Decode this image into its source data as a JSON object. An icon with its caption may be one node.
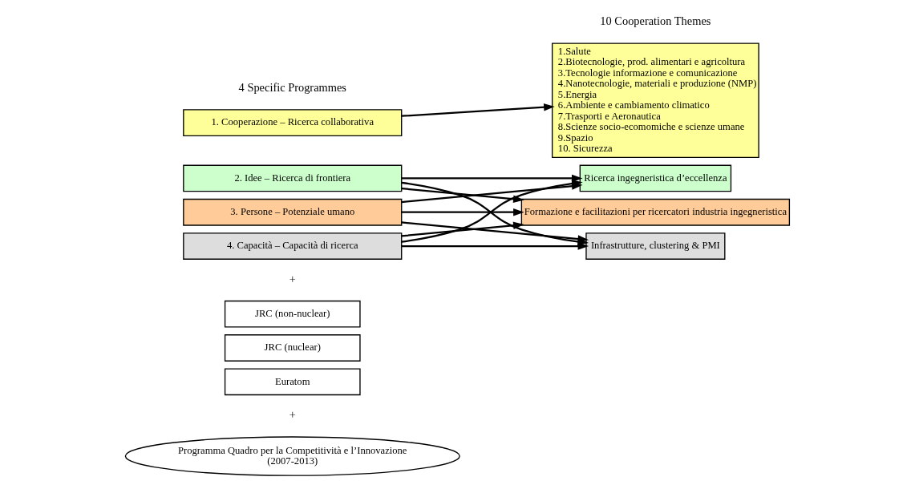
{
  "diagram": {
    "nodes": [
      {
        "text": [
          "1. Cooperazione – Ricerca collaborativa"
        ]
      },
      {
        "text": [
          "2. Idee – Ricerca di frontiera"
        ]
      },
      {
        "text": [
          "3. Persone – Potenziale umano"
        ]
      },
      {
        "text": [
          "4. Capacità – Capacità di ricerca"
        ]
      },
      {
        "text": [
          "1.Salute",
          "2.Biotecnologie, prod. alimentari e agricoltura",
          "3.Tecnologie informazione e comunicazione",
          "4.Nanotecnologie, materiali e produzione (NMP)",
          "5.Energia",
          "6.Ambiente e cambiamento climatico",
          "7.Trasporti e Aeronautica",
          "8.Scienze socio-ecomomiche e scienze umane",
          "9.Spazio",
          "10. Sicurezza"
        ]
      },
      {
        "text": [
          "Ricerca ingegneristica d’eccellenza"
        ]
      },
      {
        "text": [
          "Formazione e facilitazioni per ricercatori industria ingegneristica"
        ]
      },
      {
        "text": [
          "Infrastrutture, clustering & PMI"
        ]
      },
      {
        "text": [
          "JRC (non-nuclear)"
        ]
      },
      {
        "text": [
          "JRC (nuclear)"
        ]
      },
      {
        "text": [
          "Euratom"
        ]
      },
      {
        "text": [
          "Programma Quadro per la Competitività e l’Innovazione",
          "(2007-2013)"
        ]
      }
    ],
    "edges": [
      {
        "from": 0,
        "to": 4,
        "arrow": "to"
      },
      {
        "from": 1,
        "to": 5,
        "arrow": "to"
      },
      {
        "from": 1,
        "to": 6,
        "arrow": "to"
      },
      {
        "from": 1,
        "to": 7,
        "arrow": "to"
      },
      {
        "from": 2,
        "to": 5,
        "arrow": "to"
      },
      {
        "from": 2,
        "to": 6,
        "arrow": "to"
      },
      {
        "from": 2,
        "to": 7,
        "arrow": "to"
      },
      {
        "from": 3,
        "to": 5,
        "arrow": "to"
      },
      {
        "from": 3,
        "to": 6,
        "arrow": "to"
      },
      {
        "from": 3,
        "to": 7,
        "arrow": "to"
      }
    ],
    "labels": [
      "4 Specific Programmes",
      "10 Cooperation Themes",
      "+",
      "+"
    ]
  }
}
